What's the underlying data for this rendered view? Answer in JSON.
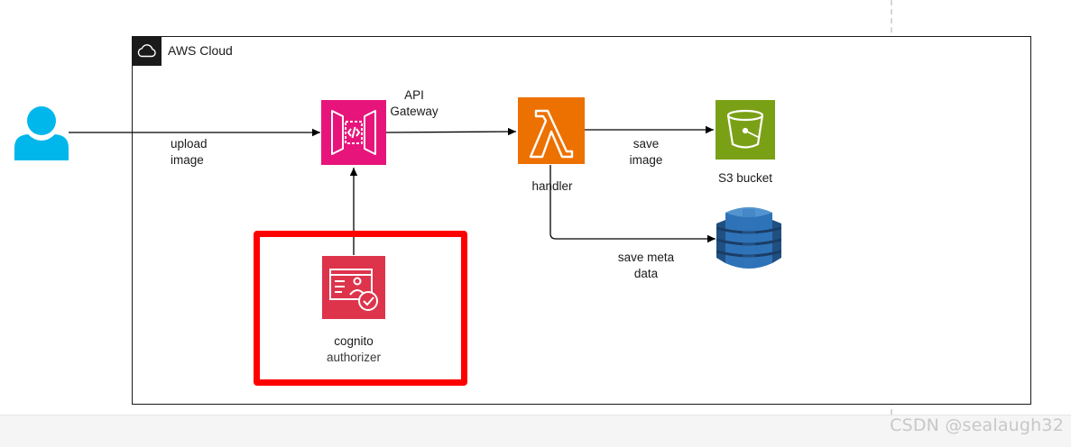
{
  "diagram": {
    "cloud_title": "AWS Cloud",
    "nodes": {
      "api_gateway": {
        "label_line1": "API",
        "label_line2": "Gateway",
        "color": "#e7157b"
      },
      "lambda": {
        "label": "handler",
        "color": "#ed7100"
      },
      "s3": {
        "label": "S3 bucket",
        "color": "#7aa116"
      },
      "dynamodb": {
        "label": "",
        "color": "#2e73b8"
      },
      "cognito": {
        "label_line1": "cognito",
        "label_line2": "authorizer",
        "color": "#dd344c"
      },
      "user": {
        "color": "#00b7eb"
      }
    },
    "edges": {
      "upload": {
        "line1": "upload",
        "line2": "image"
      },
      "save_image": {
        "line1": "save",
        "line2": "image"
      },
      "save_meta": {
        "line1": "save meta",
        "line2": "data"
      }
    },
    "highlight_color": "#ff0000"
  },
  "watermark": "CSDN @sealaugh32"
}
